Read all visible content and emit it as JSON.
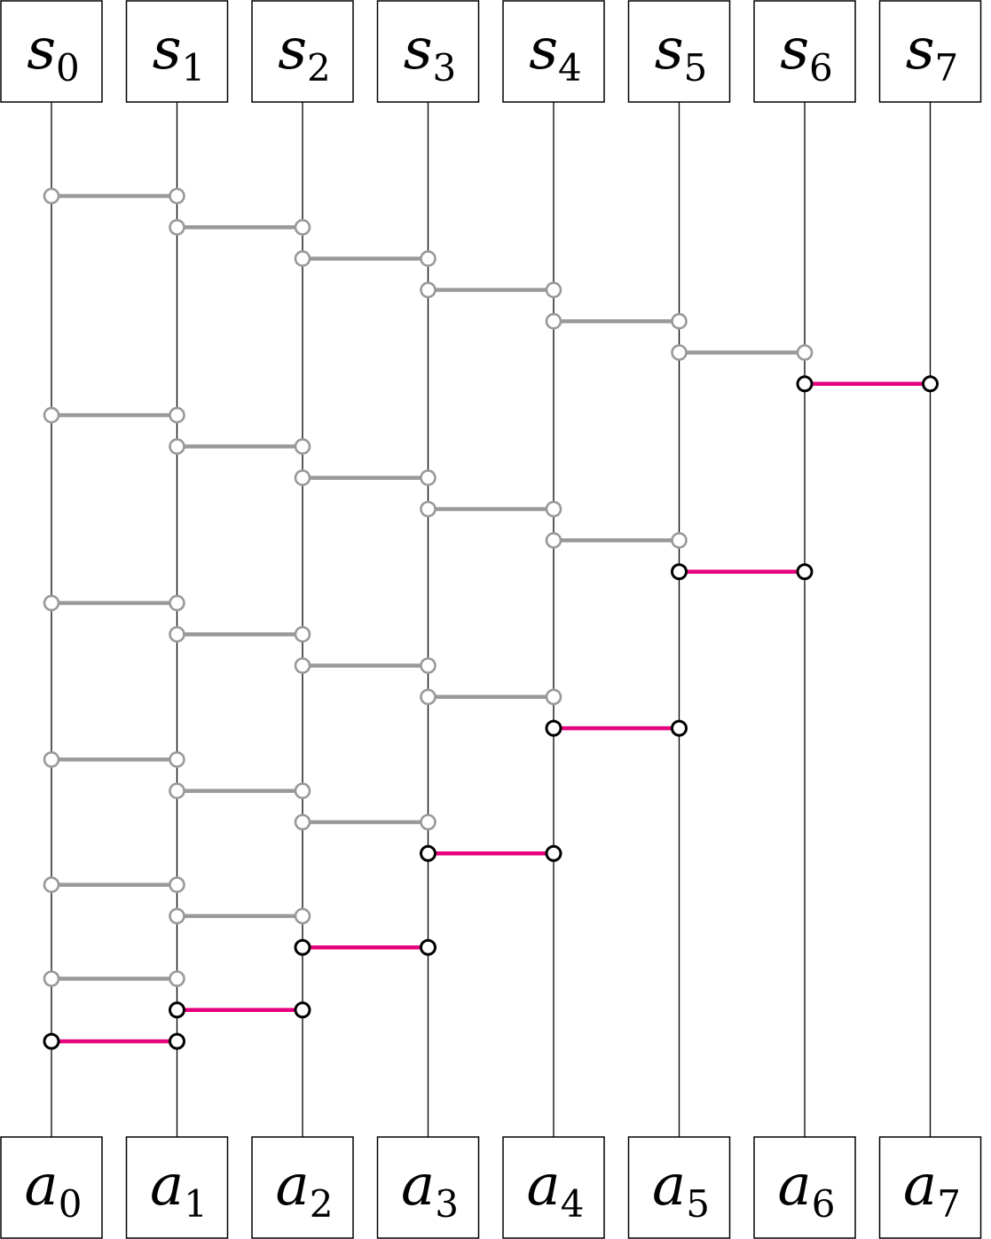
{
  "inputs": [
    {
      "main": "s",
      "sub": "0"
    },
    {
      "main": "s",
      "sub": "1"
    },
    {
      "main": "s",
      "sub": "2"
    },
    {
      "main": "s",
      "sub": "3"
    },
    {
      "main": "s",
      "sub": "4"
    },
    {
      "main": "s",
      "sub": "5"
    },
    {
      "main": "s",
      "sub": "6"
    },
    {
      "main": "s",
      "sub": "7"
    }
  ],
  "outputs": [
    {
      "main": "a",
      "sub": "0"
    },
    {
      "main": "a",
      "sub": "1"
    },
    {
      "main": "a",
      "sub": "2"
    },
    {
      "main": "a",
      "sub": "3"
    },
    {
      "main": "a",
      "sub": "4"
    },
    {
      "main": "a",
      "sub": "5"
    },
    {
      "main": "a",
      "sub": "6"
    },
    {
      "main": "a",
      "sub": "7"
    }
  ],
  "colors": {
    "wire": "#000000",
    "gray_comparator": "#999999",
    "highlight_comparator": "#e6007e",
    "highlight_node_stroke": "#000000",
    "gray_node_stroke": "#999999",
    "node_fill": "#ffffff"
  },
  "layers": [
    {
      "comparators": [
        [
          0,
          1
        ],
        [
          1,
          2
        ],
        [
          2,
          3
        ],
        [
          3,
          4
        ],
        [
          4,
          5
        ],
        [
          5,
          6
        ]
      ],
      "highlight": [
        6,
        7
      ]
    },
    {
      "comparators": [
        [
          0,
          1
        ],
        [
          1,
          2
        ],
        [
          2,
          3
        ],
        [
          3,
          4
        ],
        [
          4,
          5
        ]
      ],
      "highlight": [
        5,
        6
      ]
    },
    {
      "comparators": [
        [
          0,
          1
        ],
        [
          1,
          2
        ],
        [
          2,
          3
        ],
        [
          3,
          4
        ]
      ],
      "highlight": [
        4,
        5
      ]
    },
    {
      "comparators": [
        [
          0,
          1
        ],
        [
          1,
          2
        ],
        [
          2,
          3
        ]
      ],
      "highlight": [
        3,
        4
      ]
    },
    {
      "comparators": [
        [
          0,
          1
        ],
        [
          1,
          2
        ]
      ],
      "highlight": [
        2,
        3
      ]
    },
    {
      "comparators": [
        [
          0,
          1
        ]
      ],
      "highlight": [
        1,
        2
      ]
    },
    {
      "comparators": [],
      "highlight": [
        0,
        1
      ]
    }
  ]
}
